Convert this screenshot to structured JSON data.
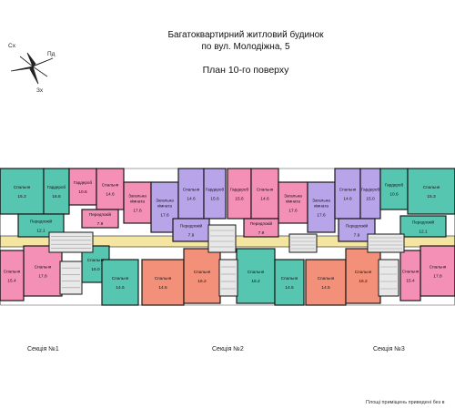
{
  "header": {
    "line1": "Багатоквартирний житловий будинок",
    "line2": "по вул. Молодіжна, 5",
    "line3": "План 10-го поверху"
  },
  "compass": {
    "n": "Сх",
    "e": "Пд",
    "s": "Зх"
  },
  "sections": [
    "Секція №1",
    "Секція №2",
    "Секція №3"
  ],
  "footnote": "Площі приміщень приведені без в",
  "colors": {
    "pink": "#f48fb5",
    "teal": "#56c6b1",
    "salmon": "#f2907a",
    "lavender": "#b8a4e9",
    "corridor": "#f4e6a0",
    "core": "#9a9a9a",
    "wall": "#1a1a1a"
  },
  "rooms": [
    {
      "name": "Спальня",
      "area": "15.3",
      "color": "teal"
    },
    {
      "name": "Гардероб",
      "area": "16.6",
      "color": "teal"
    },
    {
      "name": "Гардероб",
      "area": "10.6",
      "color": "pink"
    },
    {
      "name": "Спальня",
      "area": "14.6",
      "color": "pink"
    },
    {
      "name": "Загальна кімната",
      "area": "17.6",
      "color": "pink"
    },
    {
      "name": "Передпокій",
      "area": "12.1",
      "color": "teal"
    },
    {
      "name": "Передпокій",
      "area": "7.9",
      "color": "pink"
    },
    {
      "name": "Спальня",
      "area": "17.8",
      "color": "pink"
    },
    {
      "name": "Спальня",
      "area": "15.4",
      "color": "pink"
    },
    {
      "name": "Спальня",
      "area": "16.0",
      "color": "teal"
    },
    {
      "name": "Спальня",
      "area": "14.5",
      "color": "teal"
    },
    {
      "name": "Загальна кімната",
      "area": "17.6",
      "color": "lavender"
    },
    {
      "name": "Спальня",
      "area": "14.6",
      "color": "lavender"
    },
    {
      "name": "Гардероб",
      "area": "15.6",
      "color": "lavender"
    },
    {
      "name": "Гардероб",
      "area": "15.6",
      "color": "pink"
    },
    {
      "name": "Спальня",
      "area": "14.6",
      "color": "pink"
    },
    {
      "name": "Загальна кімната",
      "area": "17.6",
      "color": "pink"
    },
    {
      "name": "Передпокій",
      "area": "7.9",
      "color": "lavender"
    },
    {
      "name": "Передпокій",
      "area": "7.9",
      "color": "pink"
    },
    {
      "name": "Спальня",
      "area": "14.5",
      "color": "salmon"
    },
    {
      "name": "Спальня",
      "area": "16.2",
      "color": "salmon"
    },
    {
      "name": "Спальня",
      "area": "16.2",
      "color": "teal"
    },
    {
      "name": "Спальня",
      "area": "14.5",
      "color": "teal"
    },
    {
      "name": "Загальна кімната",
      "area": "17.6",
      "color": "lavender"
    },
    {
      "name": "Спальня",
      "area": "14.6",
      "color": "lavender"
    },
    {
      "name": "Гардероб",
      "area": "15.0",
      "color": "lavender"
    },
    {
      "name": "Гардероб",
      "area": "10.6",
      "color": "teal"
    },
    {
      "name": "Спальня",
      "area": "15.3",
      "color": "teal"
    },
    {
      "name": "Передпокій",
      "area": "7.9",
      "color": "lavender"
    },
    {
      "name": "Передпокій",
      "area": "12.1",
      "color": "teal"
    },
    {
      "name": "Спальня",
      "area": "14.5",
      "color": "salmon"
    },
    {
      "name": "Спальня",
      "area": "16.2",
      "color": "salmon"
    },
    {
      "name": "Спальня",
      "area": "17.8",
      "color": "pink"
    },
    {
      "name": "Спальня",
      "area": "15.4",
      "color": "pink"
    }
  ]
}
